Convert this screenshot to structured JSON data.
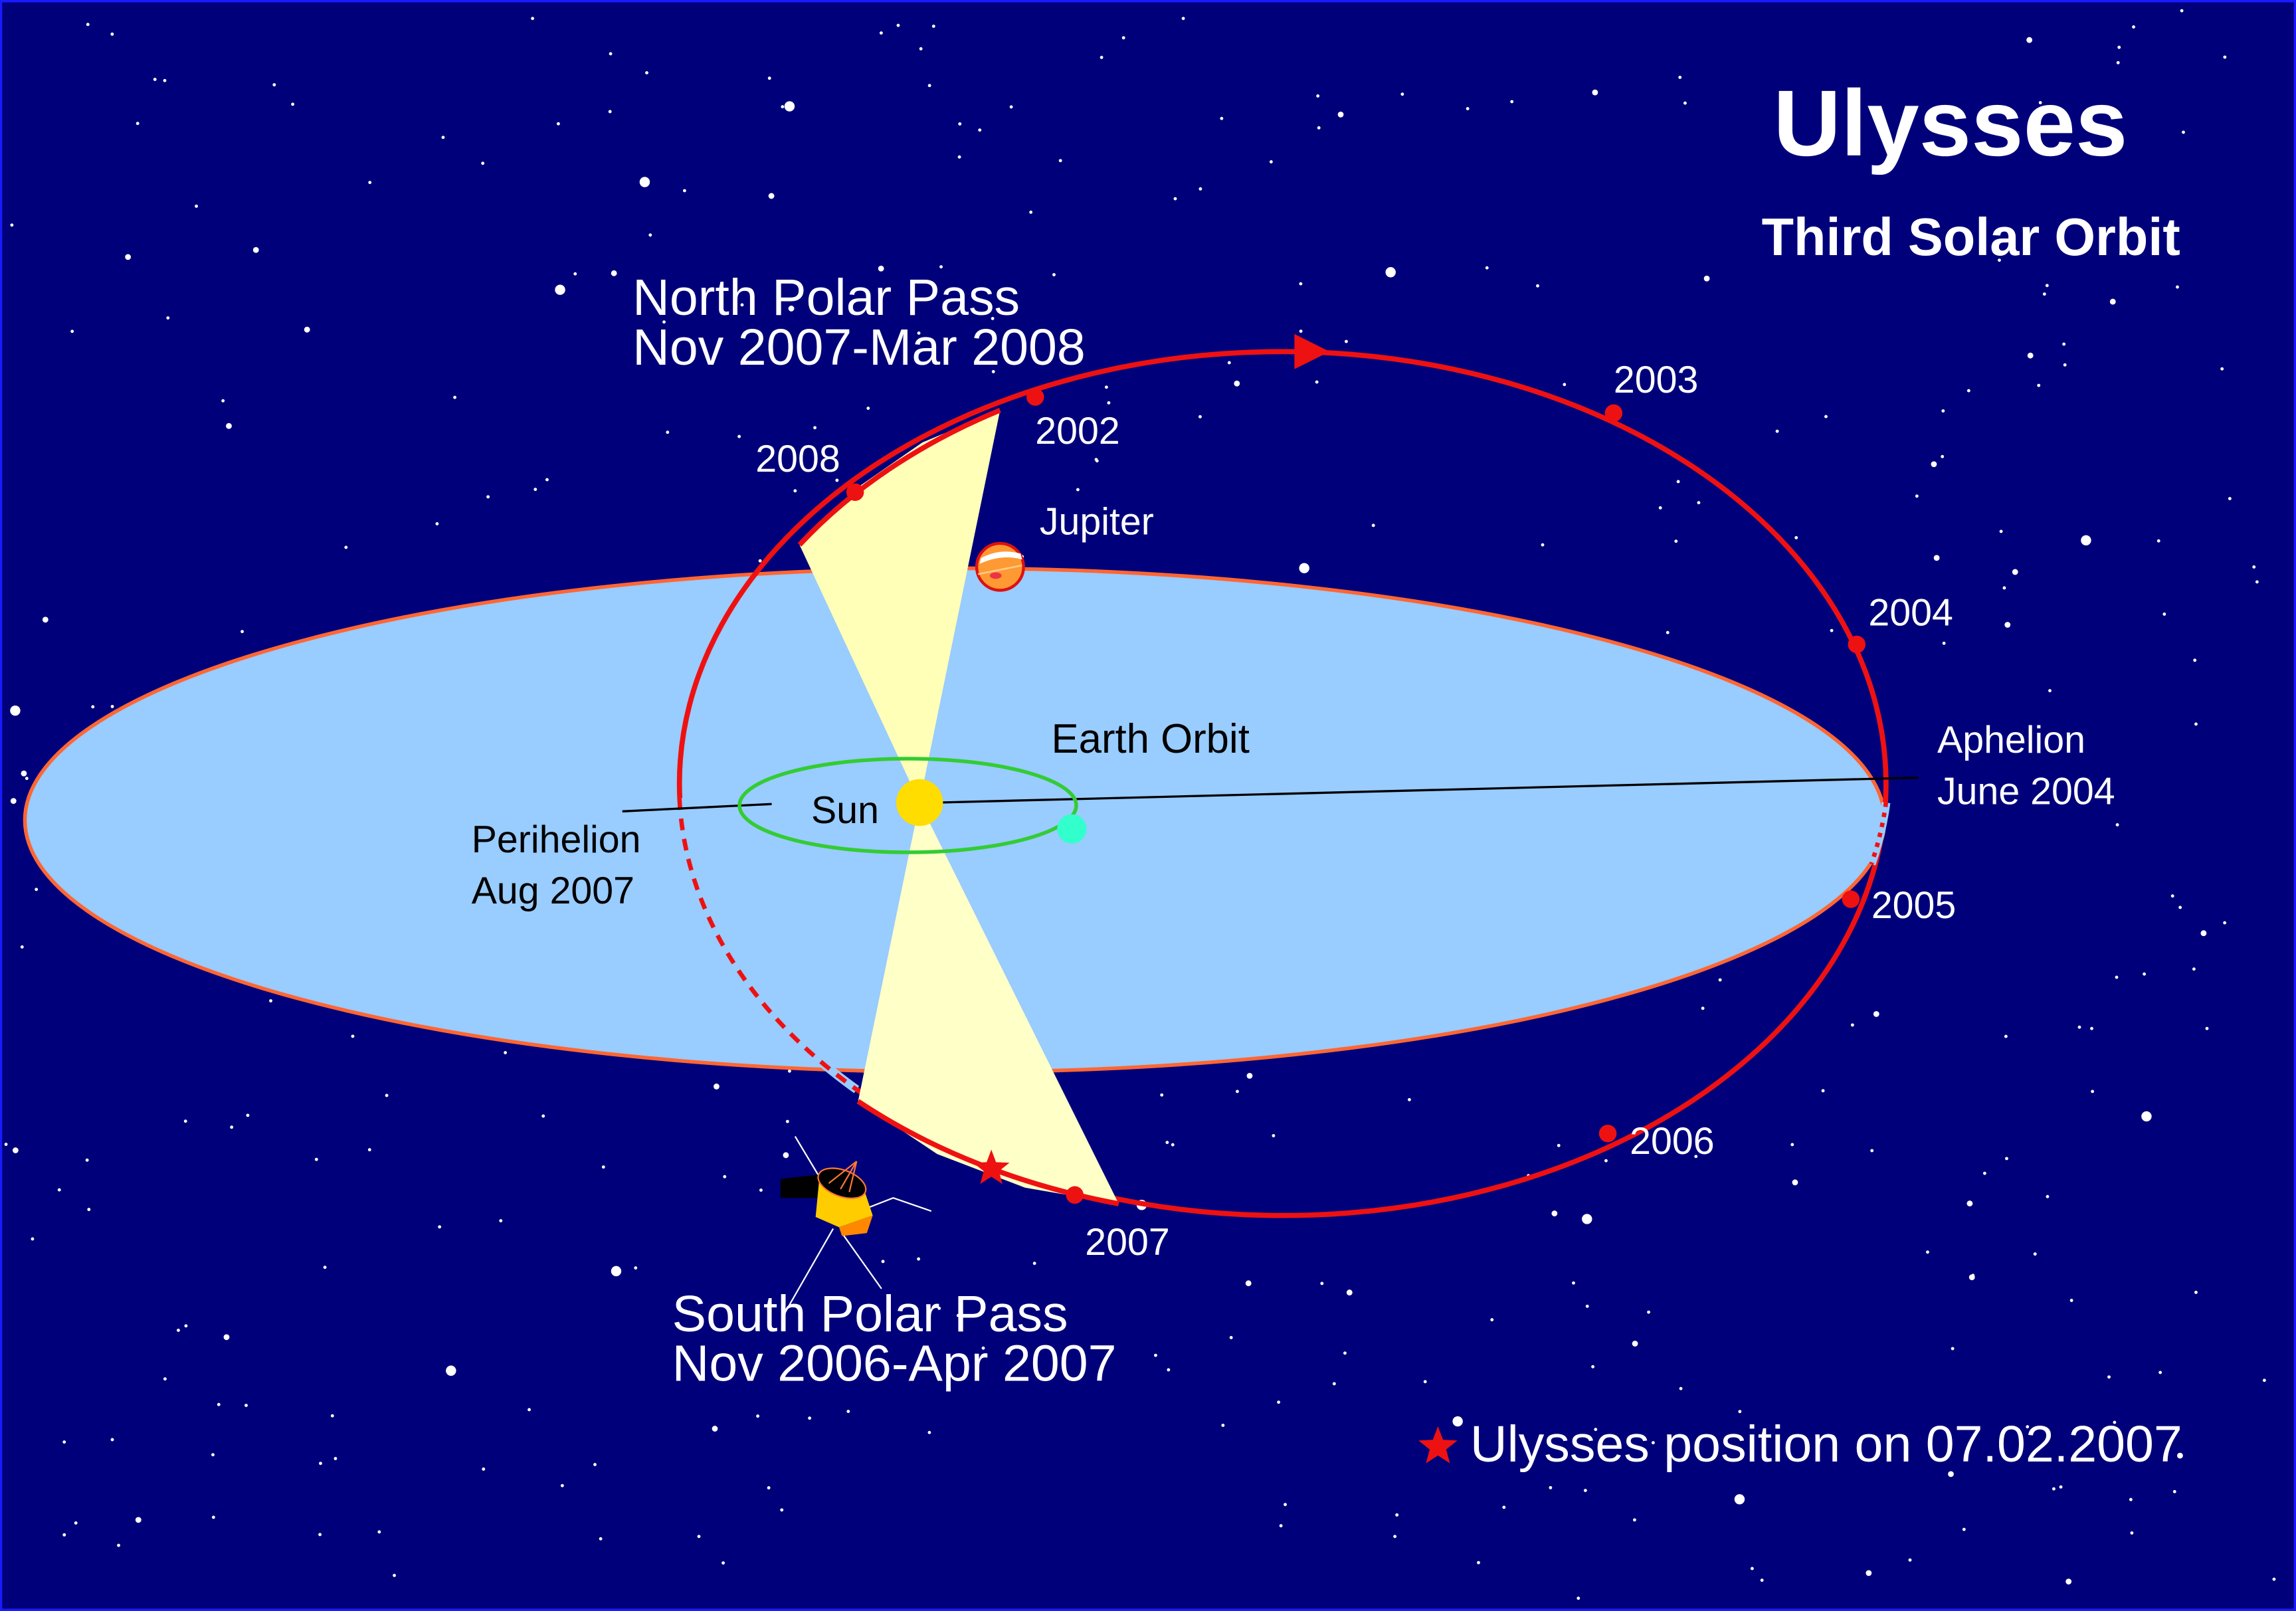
{
  "title": "Ulysses",
  "subtitle": "Third Solar Orbit",
  "north_pass": {
    "line1": "North Polar Pass",
    "line2": "Nov 2007-Mar 2008"
  },
  "south_pass": {
    "line1": "South Polar Pass",
    "line2": "Nov 2006-Apr 2007"
  },
  "years": [
    "2002",
    "2003",
    "2004",
    "2005",
    "2006",
    "2007",
    "2008"
  ],
  "labels": {
    "jupiter": "Jupiter",
    "earth_orbit": "Earth Orbit",
    "sun": "Sun",
    "perihelion": "Perihelion",
    "perihelion_date": "Aug 2007",
    "aphelion": "Aphelion",
    "aphelion_date": "June 2004"
  },
  "legend": {
    "text": "Ulysses position on 07.02.2007",
    "icon": "red-star-icon"
  },
  "colors": {
    "background": "#00007a",
    "ecliptic": "#99ccff",
    "orbit": "#ee1111",
    "cone": "#ffffb8",
    "sun": "#ffdd00",
    "earth_orbit": "#33cc33",
    "earth": "#33ffcc"
  }
}
